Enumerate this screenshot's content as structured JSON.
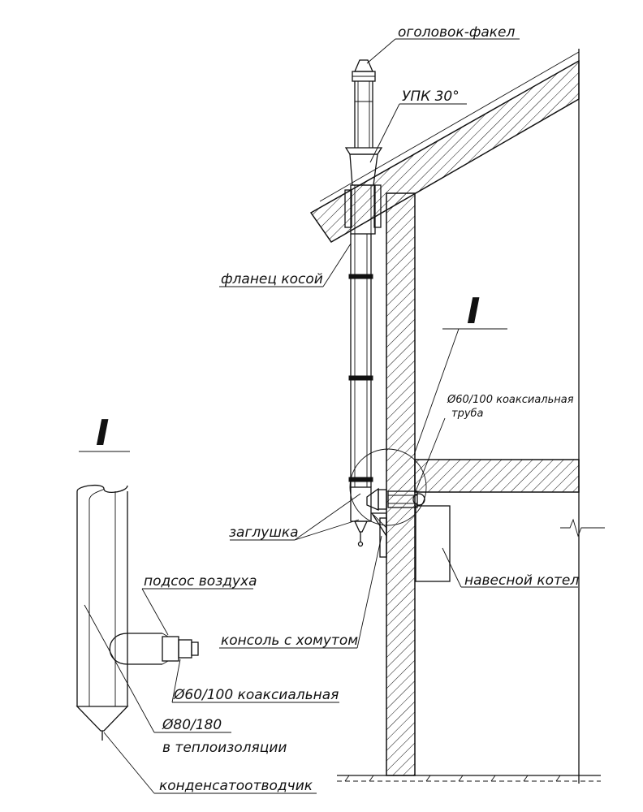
{
  "labels": {
    "cap_torch": "оголовок-факел",
    "upk": "УПК 30°",
    "flange": "фланец косой",
    "section_mark_main": "I",
    "coax_pipe_line1": "Ø60/100 коаксиальная",
    "coax_pipe_line2": "труба",
    "plug": "заглушка",
    "boiler": "навесной котел",
    "bracket": "консоль с хомутом",
    "section_mark_detail": "I",
    "air_intake": "подсос воздуха",
    "coax_detail": "Ø60/100 коаксиальная",
    "insulated_line1": "Ø80/180",
    "insulated_line2": "в теплоизоляции",
    "condensate": "конденсатоотводчик"
  },
  "colors": {
    "ink": "#111111",
    "paper": "#ffffff"
  }
}
